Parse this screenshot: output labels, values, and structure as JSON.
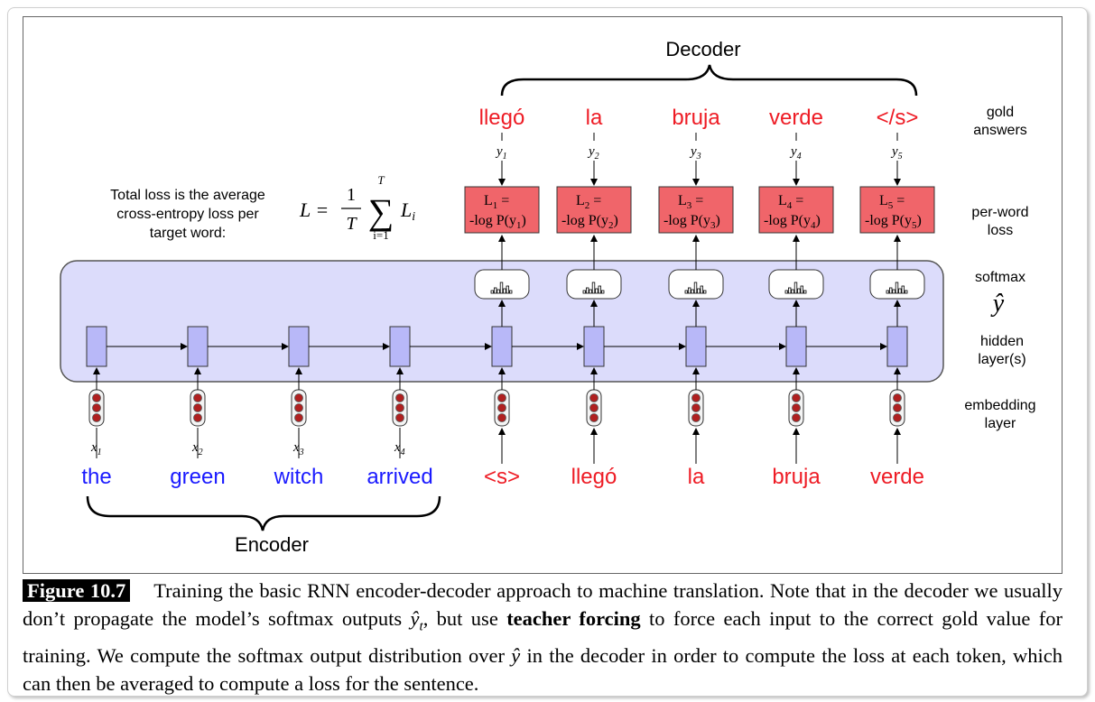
{
  "diagram": {
    "decoder_label": "Decoder",
    "encoder_label": "Encoder",
    "gold_words": [
      "llegó",
      "la",
      "bruja",
      "verde",
      "</s>"
    ],
    "y_labels": [
      "y",
      "y",
      "y",
      "y",
      "y"
    ],
    "y_subs": [
      "1",
      "2",
      "3",
      "4",
      "5"
    ],
    "loss_boxes": [
      {
        "line1_main": "L",
        "line1_sub": "1",
        "line1_rest": " =",
        "line2_main": "-log P(y",
        "line2_sub": "1",
        "line2_end": ")"
      },
      {
        "line1_main": "L",
        "line1_sub": "2",
        "line1_rest": " =",
        "line2_main": "-log P(y",
        "line2_sub": "2",
        "line2_end": ")"
      },
      {
        "line1_main": "L",
        "line1_sub": "3",
        "line1_rest": " =",
        "line2_main": "-log P(y",
        "line2_sub": "3",
        "line2_end": ")"
      },
      {
        "line1_main": "L",
        "line1_sub": "4",
        "line1_rest": " =",
        "line2_main": "-log P(y",
        "line2_sub": "4",
        "line2_end": ")"
      },
      {
        "line1_main": "L",
        "line1_sub": "5",
        "line1_rest": " =",
        "line2_main": "-log P(y",
        "line2_sub": "5",
        "line2_end": ")"
      }
    ],
    "total_loss_text": [
      "Total loss is the average",
      "cross-entropy loss per",
      "target word:"
    ],
    "formula": {
      "lhs": "L =",
      "frac_num": "1",
      "frac_den": "T",
      "sum_top": "T",
      "sum_sign": "∑",
      "sum_bottom": "i=1",
      "term": "L",
      "term_sub": "i"
    },
    "encoder_words": [
      "the",
      "green",
      "witch",
      "arrived"
    ],
    "decoder_inputs": [
      "<s>",
      "llegó",
      "la",
      "bruja",
      "verde"
    ],
    "x_labels": [
      "x",
      "x",
      "x",
      "x"
    ],
    "x_subs": [
      "1",
      "2",
      "3",
      "4"
    ],
    "right_labels": {
      "gold": [
        "gold",
        "answers"
      ],
      "loss": [
        "per-word",
        "loss"
      ],
      "softmax": "softmax",
      "yhat": "ŷ",
      "hidden": [
        "hidden",
        "layer(s)"
      ],
      "embedding": [
        "embedding",
        "layer"
      ]
    },
    "colors": {
      "encoder_word": "#1a1aff",
      "decoder_word": "#ee1c25",
      "loss_box": "#f0656a",
      "hidden_panel": "#dcdcfb",
      "hidden_cell": "#b8b8f8",
      "embed_dot": "#b02020"
    }
  },
  "caption": {
    "figure_label": "Figure 10.7",
    "part1": "Training the basic RNN encoder-decoder approach to machine translation.  Note that in the decoder we usually don’t propagate the model’s softmax outputs ",
    "yhat_t": "ŷ",
    "yhat_t_sub": "t",
    "part2": ", but use ",
    "bold": "teacher forcing",
    "part3": " to force each input to the correct gold value for training. We compute the softmax output distribution over ",
    "yhat": "ŷ",
    "part4": " in the decoder in order to compute the loss at each token, which can then be averaged to compute a loss for the sentence."
  }
}
